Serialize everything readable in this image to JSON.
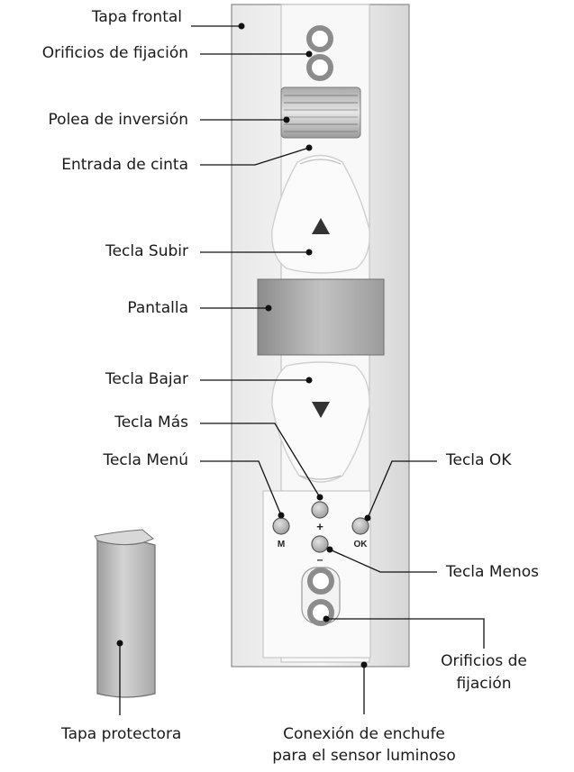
{
  "labels": {
    "tapa_frontal": "Tapa frontal",
    "orificios_top": "Orificios de fijación",
    "polea": "Polea de inversión",
    "entrada": "Entrada de cinta",
    "subir": "Tecla Subir",
    "pantalla": "Pantalla",
    "bajar": "Tecla Bajar",
    "mas": "Tecla Más",
    "menu": "Tecla Menú",
    "ok": "Tecla OK",
    "menos": "Tecla Menos",
    "orificios_bottom_1": "Orificios de",
    "orificios_bottom_2": "fijación",
    "tapa_protectora": "Tapa protectora",
    "conexion_1": "Conexión de enchufe",
    "conexion_2": "para el sensor luminoso"
  },
  "buttons": {
    "m": "M",
    "plus": "+",
    "ok": "OK",
    "minus": "–"
  },
  "icons": {
    "up": "up-triangle-icon",
    "down": "down-triangle-icon"
  },
  "colors": {
    "housing": "#f3f3f3",
    "outline": "#555555",
    "display": "#9a9a9a",
    "button": "#b8b8b8",
    "text": "#1a1a1a"
  }
}
